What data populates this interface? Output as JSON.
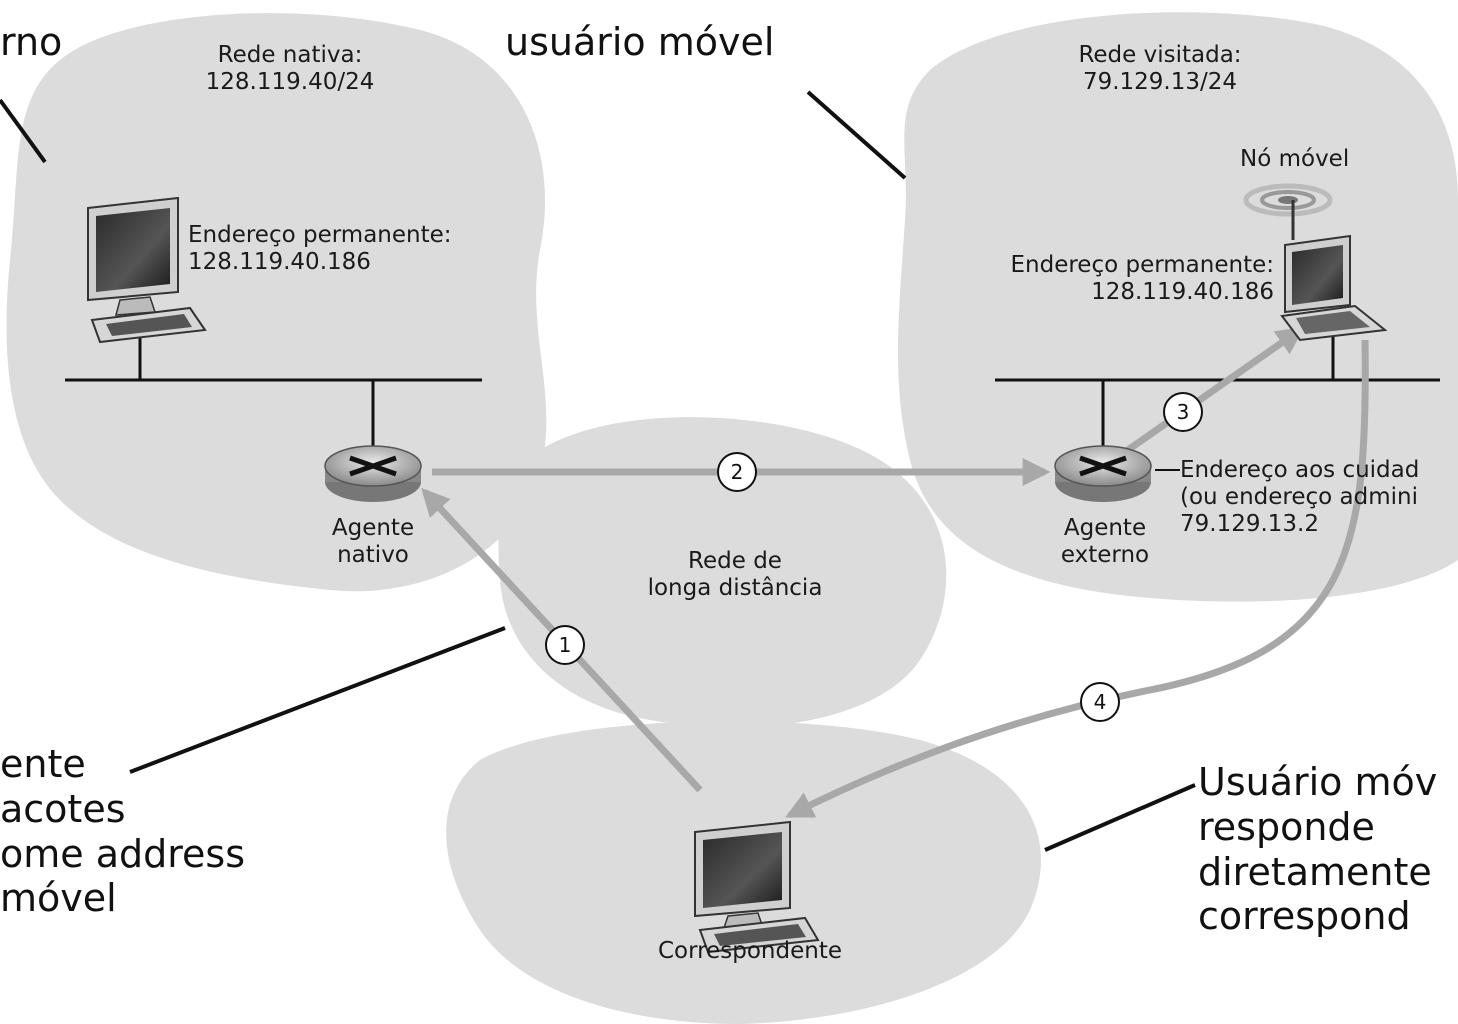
{
  "home_network": {
    "title": "Rede nativa:",
    "subnet": "128.119.40/24",
    "host_label": "Endereço permanente:",
    "host_address": "128.119.40.186",
    "agent_label_1": "Agente",
    "agent_label_2": "nativo"
  },
  "visited_network": {
    "title": "Rede visitada:",
    "subnet": "79.129.13/24",
    "mobile_node": "Nó móvel",
    "host_label": "Endereço permanente:",
    "host_address": "128.119.40.186",
    "agent_label_1": "Agente",
    "agent_label_2": "externo",
    "coa_line_1": "Endereço aos cuidad",
    "coa_line_2": "(ou endereço admini",
    "coa_line_3": "79.129.13.2"
  },
  "wan": {
    "line_1": "Rede de",
    "line_2": "longa distância"
  },
  "correspondent": {
    "label": "Correspondente"
  },
  "steps": [
    "1",
    "2",
    "3",
    "4"
  ],
  "callouts": {
    "top_left_line": "rno",
    "top_center_line": "usuário móvel",
    "bottom_left": [
      "ente",
      "acotes",
      "ome address",
      "móvel"
    ],
    "bottom_right": [
      "Usuário móv",
      "responde",
      "diretamente",
      "correspond"
    ]
  },
  "colors": {
    "cloud": "#dcdcdc",
    "arrow": "#a8a8a8",
    "line": "#111111"
  }
}
